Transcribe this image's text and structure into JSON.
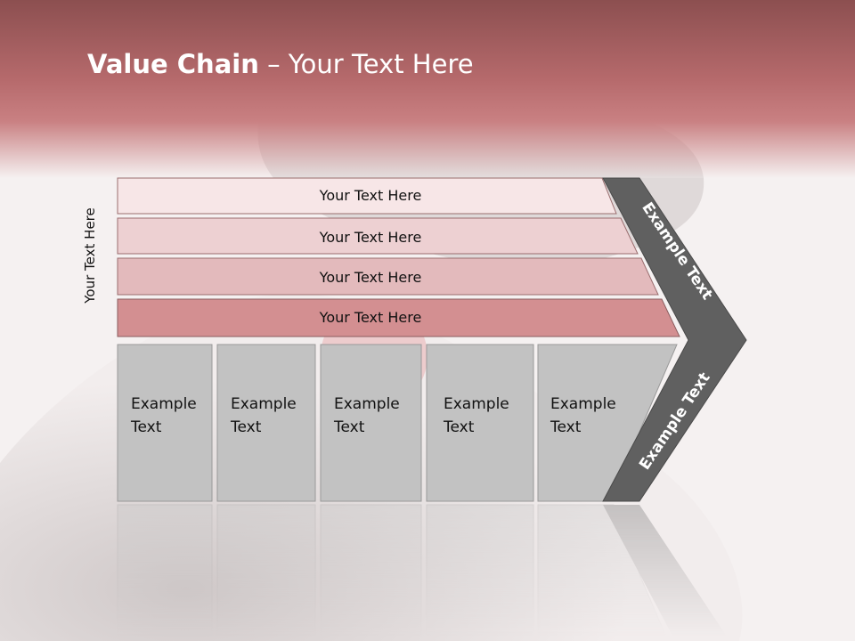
{
  "title": {
    "bold": "Value Chain",
    "rest": " – Your Text Here"
  },
  "side_label": "Your Text Here",
  "bars": [
    "Your Text Here",
    "Your Text Here",
    "Your Text Here",
    "Your Text Here"
  ],
  "columns": [
    {
      "line1": "Example",
      "line2": "Text"
    },
    {
      "line1": "Example",
      "line2": "Text"
    },
    {
      "line1": "Example",
      "line2": "Text"
    },
    {
      "line1": "Example",
      "line2": "Text"
    },
    {
      "line1": "Example",
      "line2": "Text"
    }
  ],
  "arrow": {
    "upper": "Example Text",
    "lower": "Example Text"
  },
  "colors": {
    "header": "#b66a6c",
    "bar1": "#f7e6e7",
    "bar2": "#edd0d2",
    "bar3": "#e3babc",
    "bar4": "#d38f91",
    "column": "#c2c2c2",
    "arrow": "#606060"
  }
}
